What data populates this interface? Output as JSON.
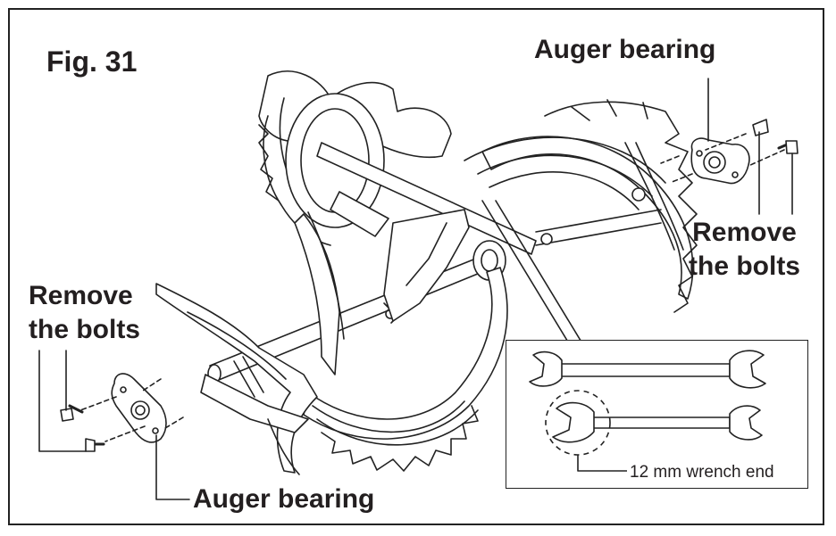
{
  "figure": {
    "label": "Fig. 31",
    "top_bearing_label": "Auger bearing",
    "right_remove_lines": [
      "Remove",
      "the bolts"
    ],
    "left_remove_lines": [
      "Remove",
      "the bolts"
    ],
    "bottom_bearing_label": "Auger bearing"
  },
  "inset": {
    "caption": "12 mm wrench end"
  }
}
